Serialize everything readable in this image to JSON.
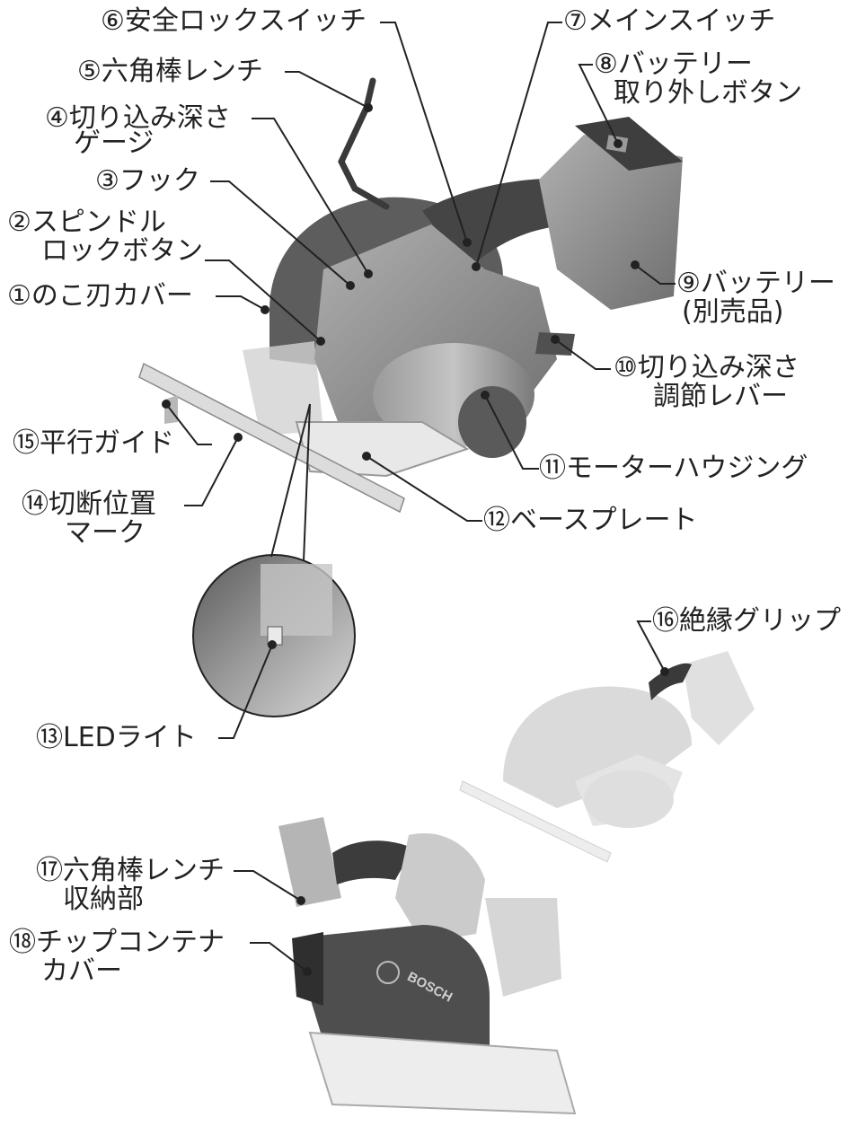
{
  "labels": {
    "p1": {
      "line1": "①のこ刃カバー"
    },
    "p2": {
      "line1": "②スピンドル",
      "line2": "ロックボタン"
    },
    "p3": {
      "line1": "③フック"
    },
    "p4": {
      "line1": "④切り込み深さ",
      "line2": "ゲージ"
    },
    "p5": {
      "line1": "⑤六角棒レンチ"
    },
    "p6": {
      "line1": "⑥安全ロックスイッチ"
    },
    "p7": {
      "line1": "⑦メインスイッチ"
    },
    "p8": {
      "line1": "⑧バッテリー",
      "line2": "取り外しボタン"
    },
    "p9": {
      "line1": "⑨バッテリー",
      "line2": "(別売品)"
    },
    "p10": {
      "line1": "⑩切り込み深さ",
      "line2": "調節レバー"
    },
    "p11": {
      "line1": "⑪モーターハウジング"
    },
    "p12": {
      "line1": "⑫ベースプレート"
    },
    "p13": {
      "line1": "⑬LEDライト"
    },
    "p14": {
      "line1": "⑭切断位置",
      "line2": "マーク"
    },
    "p15": {
      "line1": "⑮平行ガイド"
    },
    "p16": {
      "line1": "⑯絶縁グリップ"
    },
    "p17": {
      "line1": "⑰六角棒レンチ",
      "line2": "収納部"
    },
    "p18": {
      "line1": "⑱チップコンテナ",
      "line2": "カバー"
    }
  },
  "brand": "BOSCH",
  "colors": {
    "line": "#222222",
    "body": "#8c8c8c",
    "dark": "#4a4a4a",
    "light": "#c8c8c8",
    "faded": "#d9d9d9"
  }
}
